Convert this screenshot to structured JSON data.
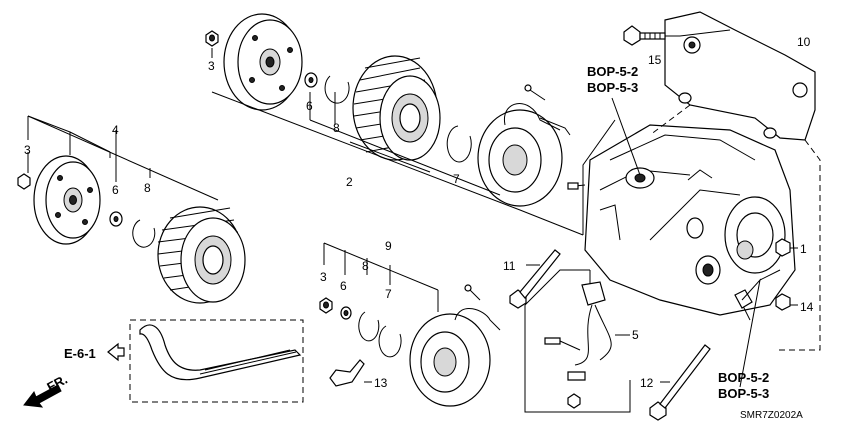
{
  "callouts": {
    "c1": "1",
    "c2": "2",
    "c3a": "3",
    "c3b": "3",
    "c3c": "3",
    "c5": "5",
    "c6a": "6",
    "c6b": "6",
    "c6c": "6",
    "c7a": "7",
    "c7b": "7",
    "c8a": "8",
    "c8b": "8",
    "c8c": "8",
    "c9": "9",
    "c10": "10",
    "c11": "11",
    "c12": "12",
    "c13": "13",
    "c14": "14",
    "c15": "15",
    "c4": "4"
  },
  "references": {
    "bop_top_1": "BOP-5-2",
    "bop_top_2": "BOP-5-3",
    "bop_bottom_1": "BOP-5-2",
    "bop_bottom_2": "BOP-5-3",
    "e61": "E-6-1",
    "front": "FR."
  },
  "diagram_code": "SMR7Z0202A"
}
